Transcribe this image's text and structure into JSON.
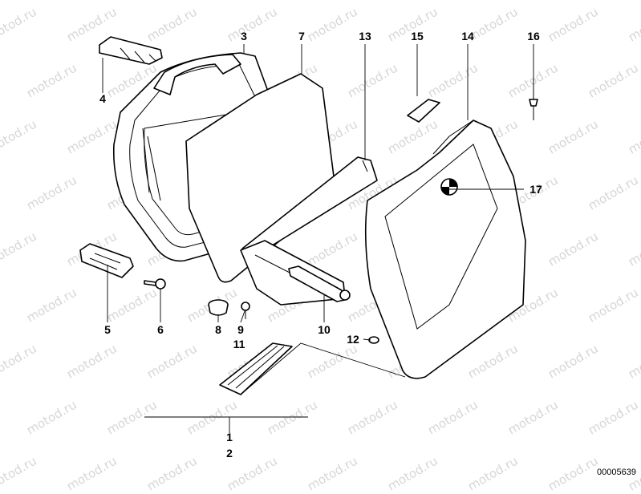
{
  "watermark": "motod.ru",
  "diagram_code": "00005639",
  "parts": [
    {
      "id": "p1",
      "label": "1"
    },
    {
      "id": "p2",
      "label": "2"
    },
    {
      "id": "p3",
      "label": "3"
    },
    {
      "id": "p4",
      "label": "4"
    },
    {
      "id": "p5",
      "label": "5"
    },
    {
      "id": "p6",
      "label": "6"
    },
    {
      "id": "p7",
      "label": "7"
    },
    {
      "id": "p8",
      "label": "8"
    },
    {
      "id": "p9",
      "label": "9"
    },
    {
      "id": "p10",
      "label": "10"
    },
    {
      "id": "p11",
      "label": "11"
    },
    {
      "id": "p12",
      "label": "12"
    },
    {
      "id": "p13",
      "label": "13"
    },
    {
      "id": "p14",
      "label": "14"
    },
    {
      "id": "p15",
      "label": "15"
    },
    {
      "id": "p16",
      "label": "16"
    },
    {
      "id": "p17",
      "label": "17"
    }
  ]
}
